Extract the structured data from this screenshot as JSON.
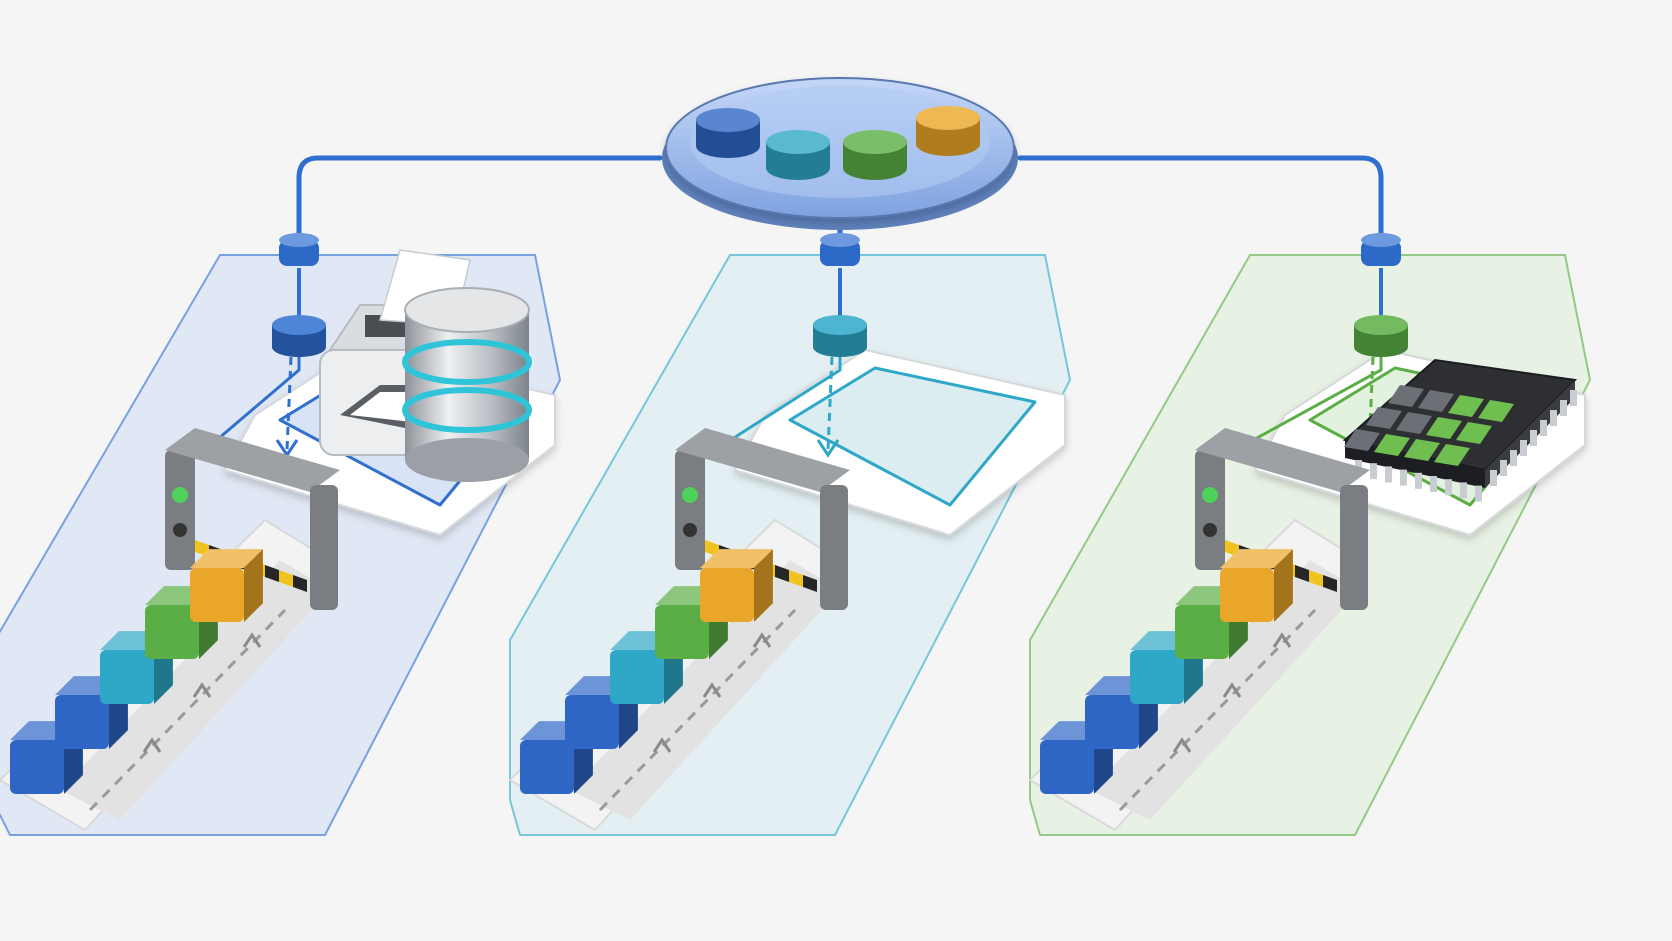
{
  "colors": {
    "background": "#f5f5f5",
    "hub": "#6f96dc",
    "hub_light": "#b3cbf4",
    "link": "#2f6fd0",
    "cube_blue": "#2f66c6",
    "cube_cyan": "#2ea8c6",
    "cube_green": "#5aae45",
    "cube_amber": "#eaa628",
    "gate": "#8c8c8c",
    "gate_light": "#4fd25a",
    "stripe_black": "#262626",
    "stripe_yellow": "#f1c320"
  },
  "hub": {
    "icon": "shared-pool-icon",
    "tokens": [
      "cube_blue",
      "cube_cyan",
      "cube_green",
      "cube_amber"
    ]
  },
  "lanes": [
    {
      "id": "printer",
      "device_icon": "printer-icon",
      "lane_color": "#2f6fd0",
      "zone_tint": "#cfdcf4",
      "valve_color": "#2f6fd0",
      "queue": [
        "cube_blue",
        "cube_blue",
        "cube_cyan",
        "cube_green",
        "cube_amber"
      ]
    },
    {
      "id": "database",
      "device_icon": "database-cylinder-icon",
      "lane_color": "#2ea8c6",
      "zone_tint": "#d3e9ef",
      "valve_color": "#2ea8c6",
      "queue": [
        "cube_blue",
        "cube_blue",
        "cube_cyan",
        "cube_green",
        "cube_amber"
      ]
    },
    {
      "id": "chip",
      "device_icon": "microchip-icon",
      "lane_color": "#5aae45",
      "zone_tint": "#dcefd6",
      "valve_color": "#5aae45",
      "queue": [
        "cube_blue",
        "cube_blue",
        "cube_cyan",
        "cube_green",
        "cube_amber"
      ]
    }
  ]
}
